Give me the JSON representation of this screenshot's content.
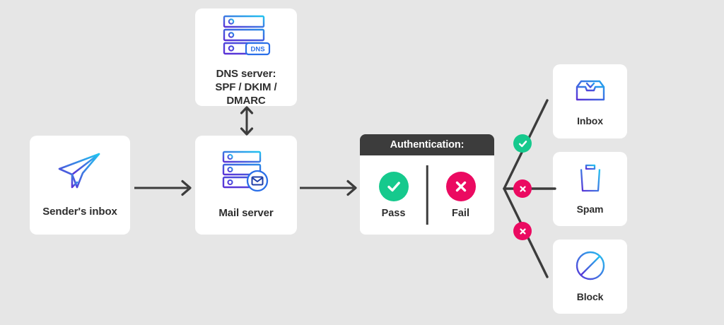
{
  "background_color": "#e6e6e6",
  "nodes": {
    "dns": {
      "label": "DNS server:\nSPF / DKIM /\nDMARC",
      "icon": "dns-server-icon",
      "badge_text": "DNS"
    },
    "sender": {
      "label": "Sender's inbox",
      "icon": "paper-plane-icon"
    },
    "mail": {
      "label": "Mail server",
      "icon": "mail-server-icon"
    },
    "inbox": {
      "label": "Inbox",
      "icon": "inbox-tray-icon"
    },
    "spam": {
      "label": "Spam",
      "icon": "trash-can-icon"
    },
    "block": {
      "label": "Block",
      "icon": "prohibition-circle-icon"
    }
  },
  "auth": {
    "header": "Authentication:",
    "pass_label": "Pass",
    "fail_label": "Fail",
    "pass_icon": "check-circle-icon",
    "fail_icon": "x-circle-icon",
    "pass_color": "#16c98d",
    "fail_color": "#eb0a61",
    "header_color": "#3c3c3c"
  },
  "branches": {
    "inbox_status": "pass",
    "spam_status": "fail",
    "block_status": "fail"
  },
  "connectors": {
    "sender_to_mail": "arrow-right",
    "mail_to_auth": "arrow-right",
    "dns_to_mail": "arrow-up-down"
  },
  "colors": {
    "gradient_start": "#5b32d6",
    "gradient_end": "#22c3f0",
    "line": "#3c3c3c",
    "text": "#2e2e2e"
  }
}
